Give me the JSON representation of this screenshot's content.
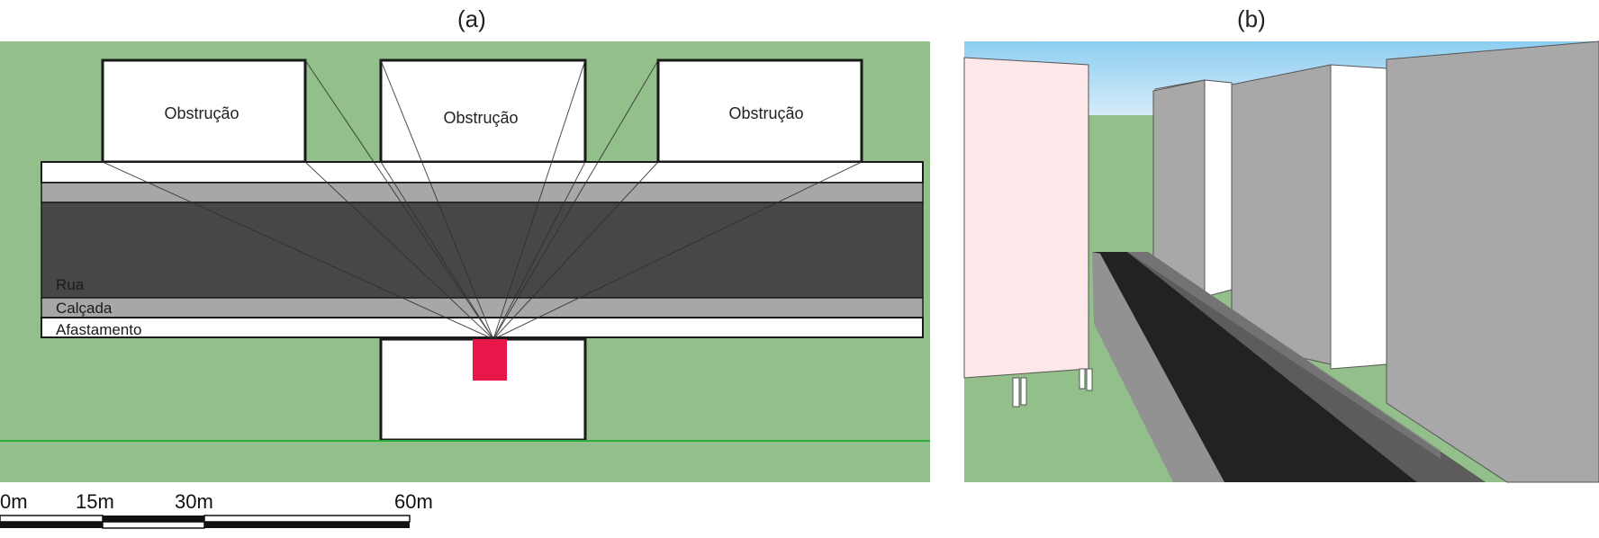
{
  "panels": {
    "a": {
      "label": "(a)"
    },
    "b": {
      "label": "(b)"
    }
  },
  "plan": {
    "obstructions": [
      "Obstrução",
      "Obstrução",
      "Obstrução"
    ],
    "bands": {
      "rua": "Rua",
      "calcada": "Calçada",
      "afastamento": "Afastamento"
    }
  },
  "scale_bar": {
    "ticks": [
      "0m",
      "15m",
      "30m",
      "60m"
    ]
  },
  "colors": {
    "ground": "#93bf8b",
    "road": "#474747",
    "sidewalk": "#a7a7a7",
    "setback": "#ffffff",
    "target": "#e8174a",
    "border_line": "#2dad3c",
    "sky_top": "#8ecdf0",
    "sky_bottom": "#ddeefa"
  }
}
